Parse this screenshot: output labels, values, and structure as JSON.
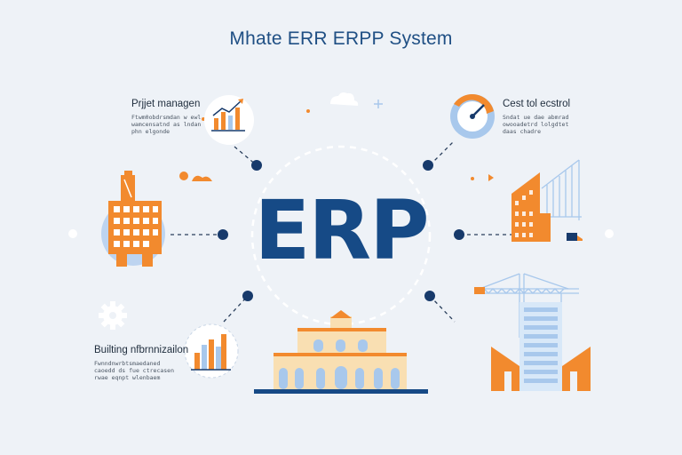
{
  "title": "Mhate ERR ERPP System",
  "center": {
    "text": "ERP"
  },
  "nodes": {
    "project": {
      "label": "Prjjet managen",
      "sub": "Ftwm0obdrsmdan w ewl\nwamcensatnd as lndan\nphn elgonde"
    },
    "cost": {
      "label": "Cest tol ecstrol",
      "sub": "Sndat ue dae abmrad\nowooadetrd lolgdtet\ndaas chadre"
    },
    "building": {
      "label": "Builting nfbrnnizailon",
      "sub": "Fwnndnwrbtsmaedaned\ncaoedd ds fue ctrecasen\nrwae eqnpt wlenbaem"
    }
  },
  "colors": {
    "navy": "#164a86",
    "orange": "#f28a2e",
    "light_blue": "#a8c8ec"
  }
}
